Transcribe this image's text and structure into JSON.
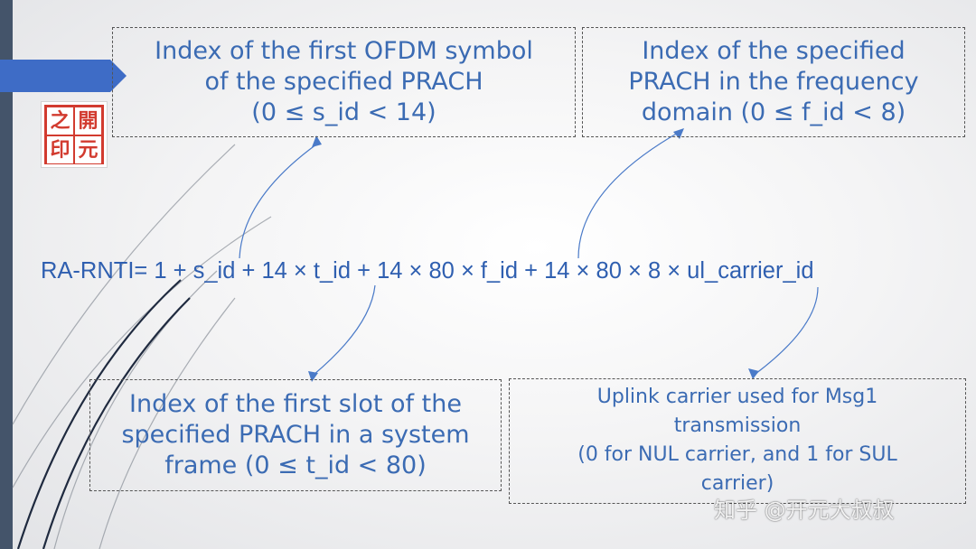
{
  "boxes": {
    "s_id": "Index of the first OFDM symbol\nof the specified PRACH\n(0 ≤ s_id < 14)",
    "f_id": "Index of the specified\nPRACH in the frequency\ndomain (0 ≤ f_id < 8)",
    "t_id": "Index of the first slot of the\nspecified PRACH in a system\nframe (0 ≤ t_id < 80)",
    "ul_carrier": "Uplink carrier used for Msg1\ntransmission\n(0 for NUL carrier, and 1 for SUL\ncarrier)"
  },
  "formula": "RA-RNTI= 1 + s_id + 14 × t_id + 14 × 80 × f_id + 14 × 80 × 8 × ul_carrier_id",
  "seal": [
    "之",
    "開",
    "印",
    "元"
  ],
  "watermark": "知乎 @开元大叔叔",
  "colors": {
    "text_blue": "#3b6bb3",
    "formula_blue": "#2f5fb0",
    "accent_arrow": "#3e6cc6",
    "left_bar": "#44546a",
    "seal_red": "#d23b2f"
  }
}
